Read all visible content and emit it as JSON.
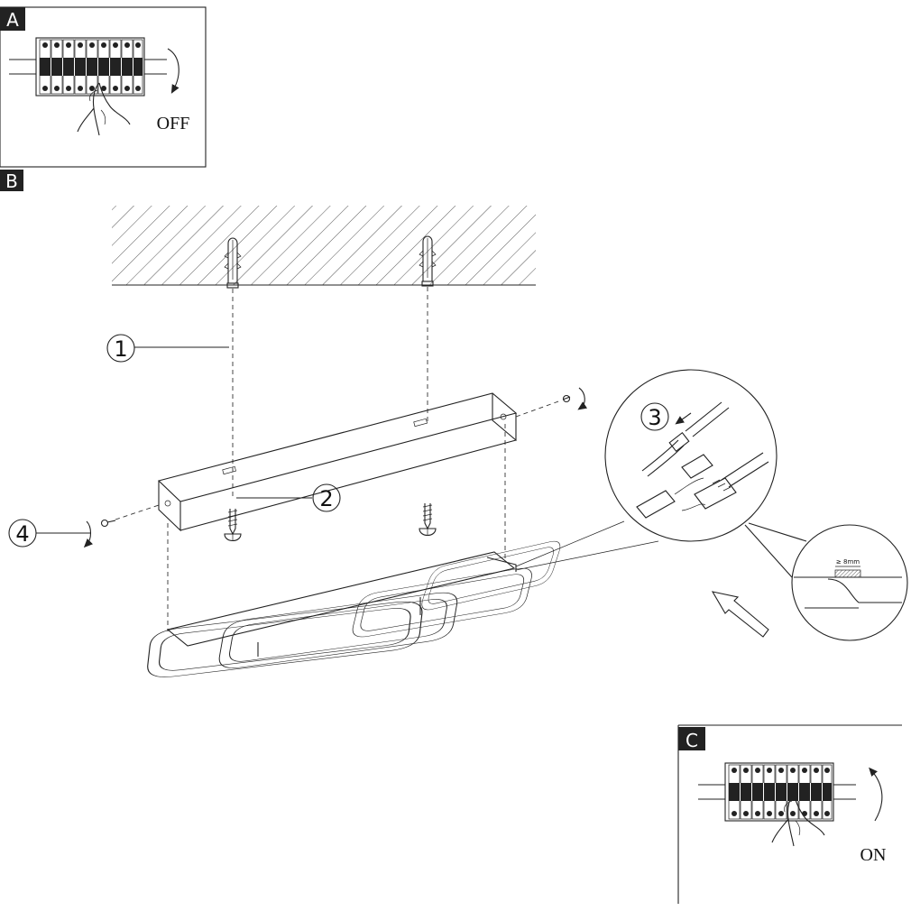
{
  "panels": {
    "a": {
      "letter": "A",
      "state": "OFF"
    },
    "b": {
      "letter": "B"
    },
    "c": {
      "letter": "C",
      "state": "ON"
    }
  },
  "callouts": [
    "1",
    "2",
    "3",
    "4"
  ],
  "clearance": {
    "label": "≥ 8mm"
  },
  "colors": {
    "ink": "#222222",
    "panel_letter_bg": "#222222",
    "background": "#ffffff"
  },
  "icons": [
    "breaker-panel-icon",
    "hand-icon",
    "rotation-arrow-icon",
    "screw-icon",
    "wall-plug-icon",
    "terminal-block-icon"
  ]
}
